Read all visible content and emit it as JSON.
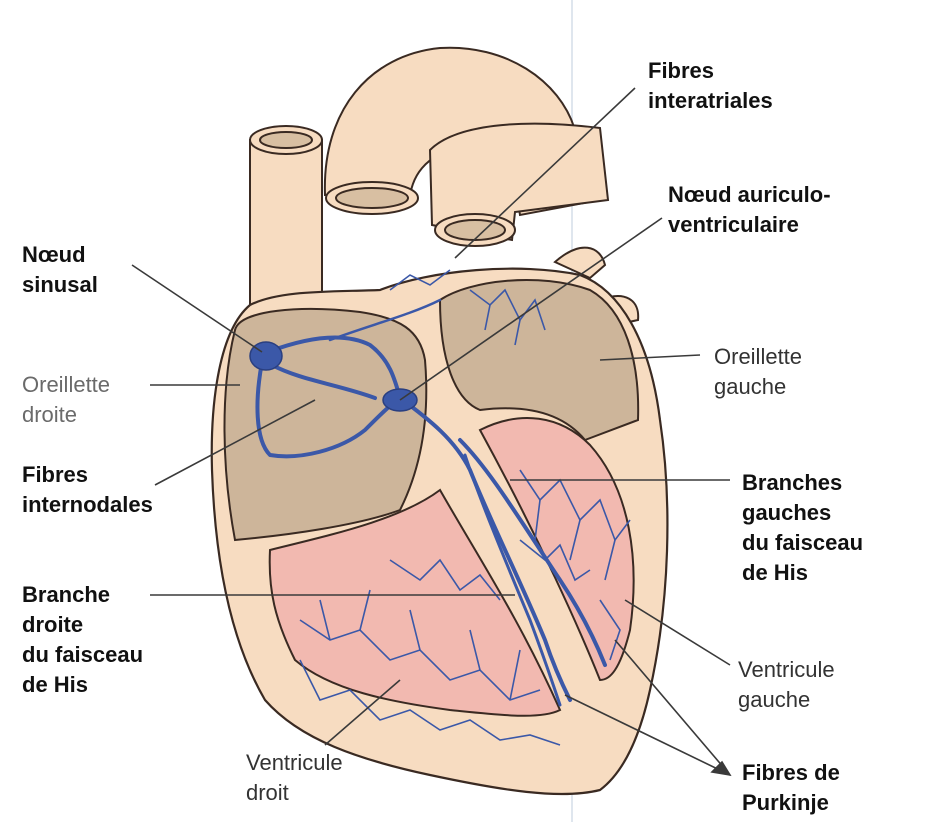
{
  "labels": {
    "fibres_interatriales": [
      "Fibres",
      "interatriales"
    ],
    "noeud_auriculo": [
      "Nœud auriculo-",
      "ventriculaire"
    ],
    "noeud_sinusal": [
      "Nœud",
      "sinusal"
    ],
    "oreillette_droite": [
      "Oreillette",
      "droite"
    ],
    "oreillette_gauche": [
      "Oreillette",
      "gauche"
    ],
    "fibres_internodales": [
      "Fibres",
      "internodales"
    ],
    "branches_gauches": [
      "Branches",
      "gauches",
      "du faisceau",
      "de His"
    ],
    "branche_droite": [
      "Branche",
      "droite",
      "du faisceau",
      "de His"
    ],
    "ventricule_gauche": [
      "Ventricule",
      "gauche"
    ],
    "ventricule_droit": [
      "Ventricule",
      "droit"
    ],
    "fibres_purkinje": [
      "Fibres de",
      "Purkinje"
    ]
  },
  "colors": {
    "heart_outer": "#f7dcc1",
    "chamber": "#cdb59a",
    "ventricle": "#f2b9b0",
    "conduction": "#3b58a8",
    "outline": "#3a2a22"
  }
}
